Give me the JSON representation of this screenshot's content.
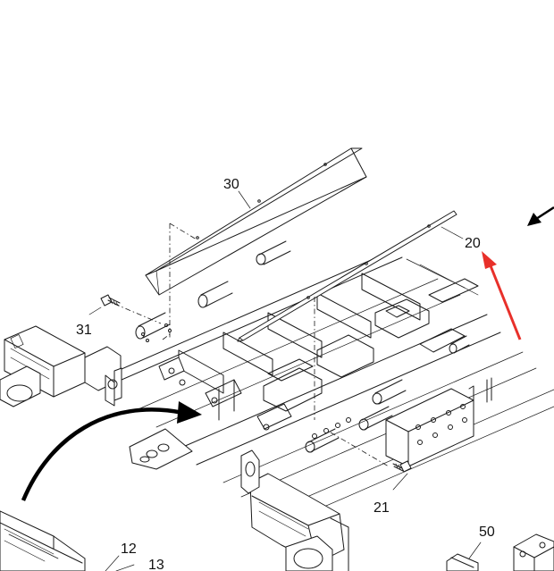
{
  "diagram": {
    "callouts": {
      "c30": "30",
      "c20": "20",
      "c31": "31",
      "c21": "21",
      "c12": "12",
      "c13": "13",
      "c50": "50"
    },
    "colors": {
      "line": "#1a1a1a",
      "highlight_arrow": "#e8302a",
      "background": "#ffffff"
    }
  }
}
